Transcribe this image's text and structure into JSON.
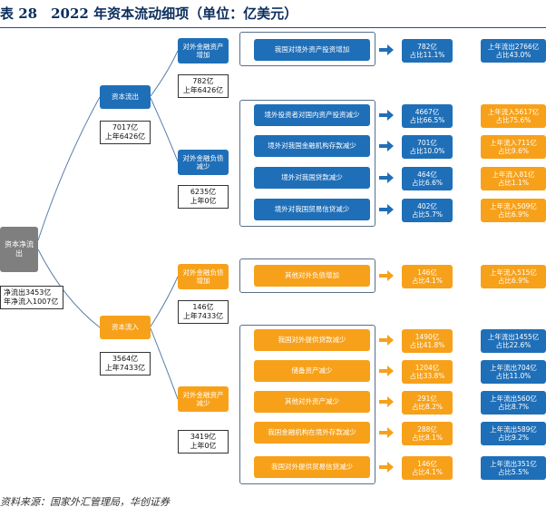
{
  "title": "表 28　2022 年资本流动细项（单位：亿美元）",
  "source": "资料来源：国家外汇管理局，华创证券",
  "colors": {
    "blue": "#1f6fb8",
    "orange": "#f7a11a",
    "grey": "#7f7f7f",
    "arrow_blue": "#1f6fb8",
    "arrow_orange": "#f7a11a",
    "line": "#5b7fa8"
  },
  "root": {
    "label": "资本净流出",
    "note": "净流出3453亿\n年净流入1007亿"
  },
  "outflow": {
    "label": "资本流出",
    "note": "7017亿\n上年6426亿",
    "groups": [
      {
        "label": "对外金融资产增加",
        "note": "782亿\n上年6426亿",
        "items": [
          {
            "label": "我国对境外资产投资增加",
            "value": "782亿\n占比11.1%",
            "prev": "上年流出2766亿\n占比43.0%",
            "prev_style": "blue"
          }
        ]
      },
      {
        "label": "对外金融负债减少",
        "note": "6235亿\n上年0亿",
        "items": [
          {
            "label": "境外投资者对国内资产投资减少",
            "value": "4667亿\n占比66.5%",
            "prev": "上年流入5617亿\n占比75.6%",
            "prev_style": "orange"
          },
          {
            "label": "境外对我国金融机构存款减少",
            "value": "701亿\n占比10.0%",
            "prev": "上年流入711亿\n占比9.6%",
            "prev_style": "orange"
          },
          {
            "label": "境外对我国贷款减少",
            "value": "464亿\n占比6.6%",
            "prev": "上年流入81亿\n占比1.1%",
            "prev_style": "orange"
          },
          {
            "label": "境外对我国贸易信贷减少",
            "value": "402亿\n占比5.7%",
            "prev": "上年流入509亿\n占比6.9%",
            "prev_style": "orange"
          }
        ]
      }
    ]
  },
  "inflow": {
    "label": "资本流入",
    "note": "3564亿\n上年7433亿",
    "groups": [
      {
        "label": "对外金融负债增加",
        "note": "146亿\n上年7433亿",
        "items": [
          {
            "label": "其他对外负债增加",
            "value": "146亿\n占比4.1%",
            "prev": "上年流入515亿\n占比6.9%",
            "prev_style": "orange"
          }
        ]
      },
      {
        "label": "对外金融资产减少",
        "note": "3419亿\n上年0亿",
        "items": [
          {
            "label": "我国对外提供贷款减少",
            "value": "1490亿\n占比41.8%",
            "prev": "上年流出1455亿\n占比22.6%",
            "prev_style": "blue"
          },
          {
            "label": "储备资产减少",
            "value": "1204亿\n占比33.8%",
            "prev": "上年流出704亿\n占比11.0%",
            "prev_style": "blue"
          },
          {
            "label": "其他对外资产减少",
            "value": "291亿\n占比8.2%",
            "prev": "上年流出560亿\n占比8.7%",
            "prev_style": "blue"
          },
          {
            "label": "我国金融机构在境外存款减少",
            "value": "288亿\n占比8.1%",
            "prev": "上年流出589亿\n占比9.2%",
            "prev_style": "blue"
          },
          {
            "label": "我国对外提供贸易信贷减少",
            "value": "146亿\n占比4.1%",
            "prev": "上年流出351亿\n占比5.5%",
            "prev_style": "blue"
          }
        ]
      }
    ]
  }
}
